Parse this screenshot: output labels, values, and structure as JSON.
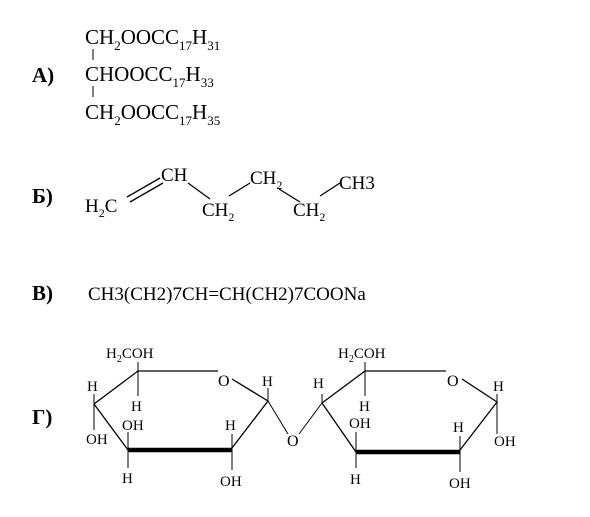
{
  "labels": {
    "a": "А)",
    "b": "Б)",
    "v": "В)",
    "g": "Г)"
  },
  "a": {
    "r1": {
      "main": "CH",
      "s1": "2",
      "mid": "OOCC",
      "s2": "17",
      "h": "H",
      "s3": "31"
    },
    "r2": {
      "main": "CHOOCC",
      "s1": "17",
      "h": "H",
      "s2": "33"
    },
    "r3": {
      "main": "CH",
      "s1": "2",
      "mid": "OOCC",
      "s2": "17",
      "h": "H",
      "s3": "35"
    }
  },
  "b": {
    "h2c": {
      "h": "H",
      "sub": "2",
      "c": "C"
    },
    "ch": "CH",
    "ch2_low1": {
      "main": "CH",
      "sub": "2"
    },
    "ch2_high": {
      "main": "CH",
      "sub": "2"
    },
    "ch2_low2": {
      "main": "CH",
      "sub": "2"
    },
    "ch3": "CH3"
  },
  "v": {
    "formula": "CH3(CH2)7CH=CH(CH2)7COONa"
  },
  "g": {
    "ring1": {
      "ch2oh": {
        "h": "H",
        "sub": "2",
        "rest": "COH"
      },
      "o": "O",
      "h_top_right": "H",
      "h_left": "H",
      "h_inner": "H",
      "oh_inner": "OH",
      "oh_left": "OH",
      "h_bottom_inner": "H",
      "h_bottom": "H",
      "oh_bottom": "OH"
    },
    "bridge_o": "O",
    "ring2": {
      "ch2oh": {
        "h": "H",
        "sub": "2",
        "rest": "COH"
      },
      "o": "O",
      "h_top_left": "H",
      "h_top_right": "H",
      "h_inner": "H",
      "oh_inner": "OH",
      "h_bottom_inner": "H",
      "oh_right": "OH",
      "h_bottom": "H",
      "oh_bottom": "OH"
    }
  }
}
